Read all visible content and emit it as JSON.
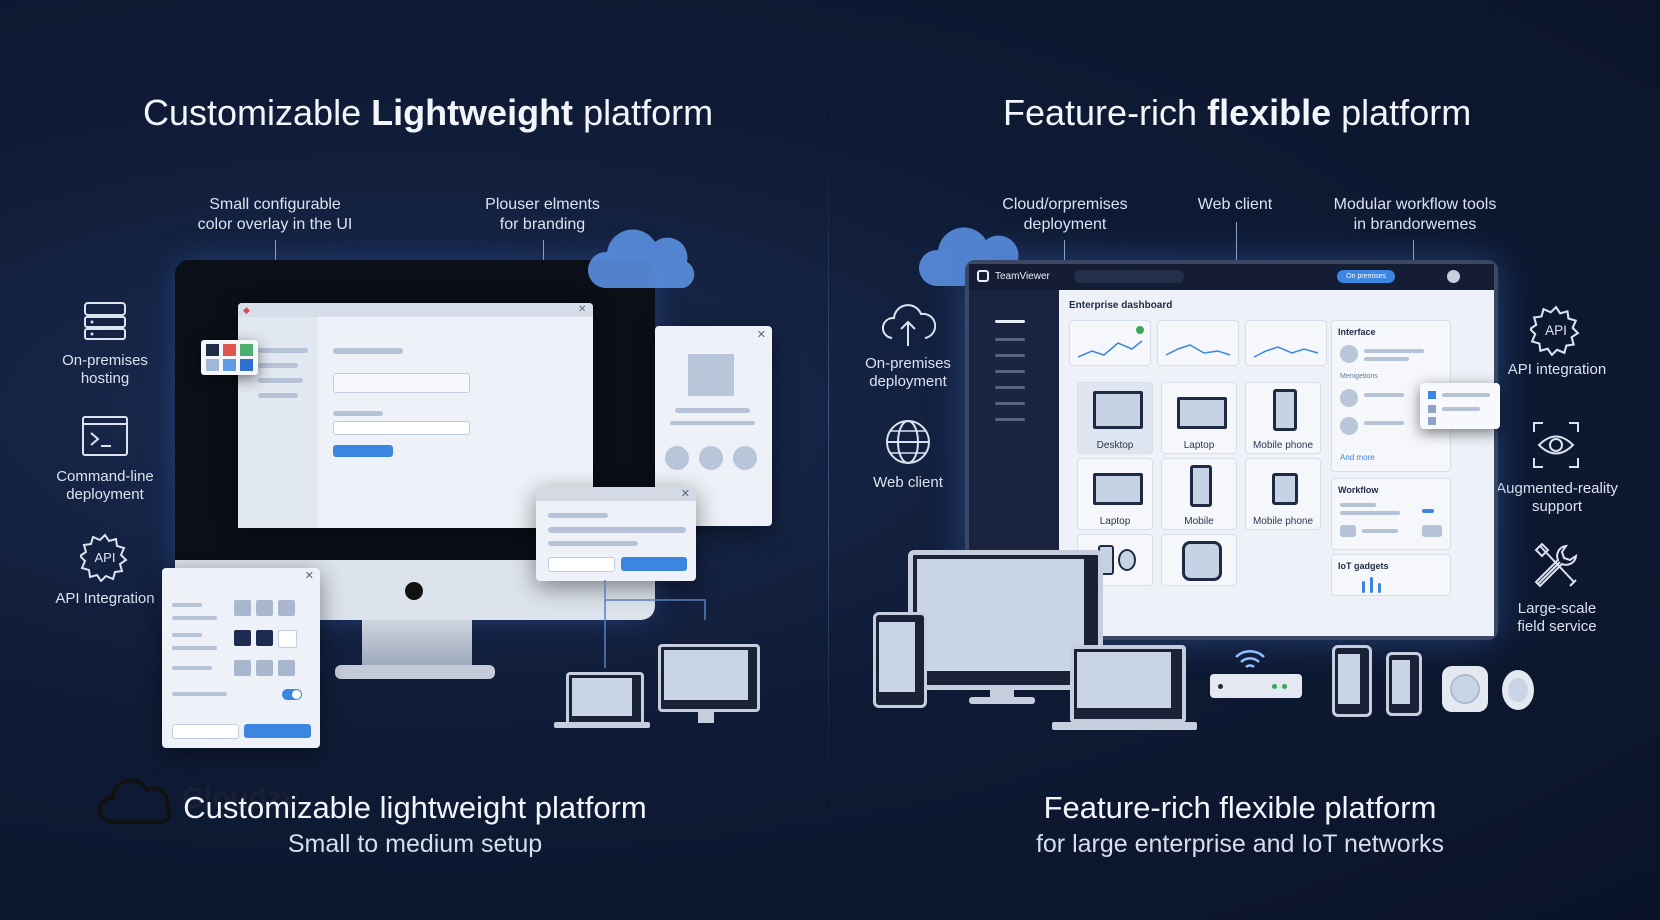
{
  "left": {
    "headline": {
      "pre": "Customizable ",
      "bold": "Lightweight",
      "post": " platform"
    },
    "callouts": [
      {
        "text": "Small configurable\ncolor overlay in the UI"
      },
      {
        "text": "Plouser elments\nfor branding"
      }
    ],
    "features": [
      {
        "icon": "server-icon",
        "label": "On-premises\nhosting"
      },
      {
        "icon": "terminal-icon",
        "label": "Command-line\ndeployment"
      },
      {
        "icon": "api-gear-icon",
        "label": "API Integration"
      }
    ],
    "bottom_title": "Customizable lightweight platform",
    "bottom_sub": "Small to medium setup",
    "logo_text": "Cloudzy"
  },
  "right": {
    "headline": {
      "pre": "Feature-rich ",
      "bold": "flexible",
      "post": " platform"
    },
    "callouts": [
      {
        "text": "Cloud/orpremises\ndeployment"
      },
      {
        "text": "Web client"
      },
      {
        "text": "Modular workflow tools\nin brandorwemes"
      }
    ],
    "features_left": [
      {
        "icon": "cloud-upload-icon",
        "label": "On-premises\ndeployment"
      },
      {
        "icon": "globe-icon",
        "label": "Web client"
      }
    ],
    "features_right": [
      {
        "icon": "api-gear-icon",
        "label": "API integration"
      },
      {
        "icon": "eye-icon",
        "label": "Augmented-reality\nsupport"
      },
      {
        "icon": "tools-icon",
        "label": "Large-scale\nfield service"
      }
    ],
    "dashboard": {
      "brand": "TeamViewer",
      "badge": "On premises",
      "title": "Enterprise dashboard",
      "devices": [
        "Desktop",
        "Laptop",
        "Mobile phone",
        "Laptop",
        "Mobile",
        "Mobile phone"
      ],
      "side_cards": [
        {
          "title": "Interface",
          "sub": "Menigetions",
          "link": "And more"
        },
        {
          "title": "Workflow"
        },
        {
          "title": "IoT gadgets"
        }
      ]
    },
    "bottom_title": "Feature-rich flexible platform",
    "bottom_sub": "for large enterprise and IoT networks"
  },
  "colors": {
    "accent": "#3b86e0",
    "background": "#0f1b36",
    "panel": "#eef2f8"
  }
}
